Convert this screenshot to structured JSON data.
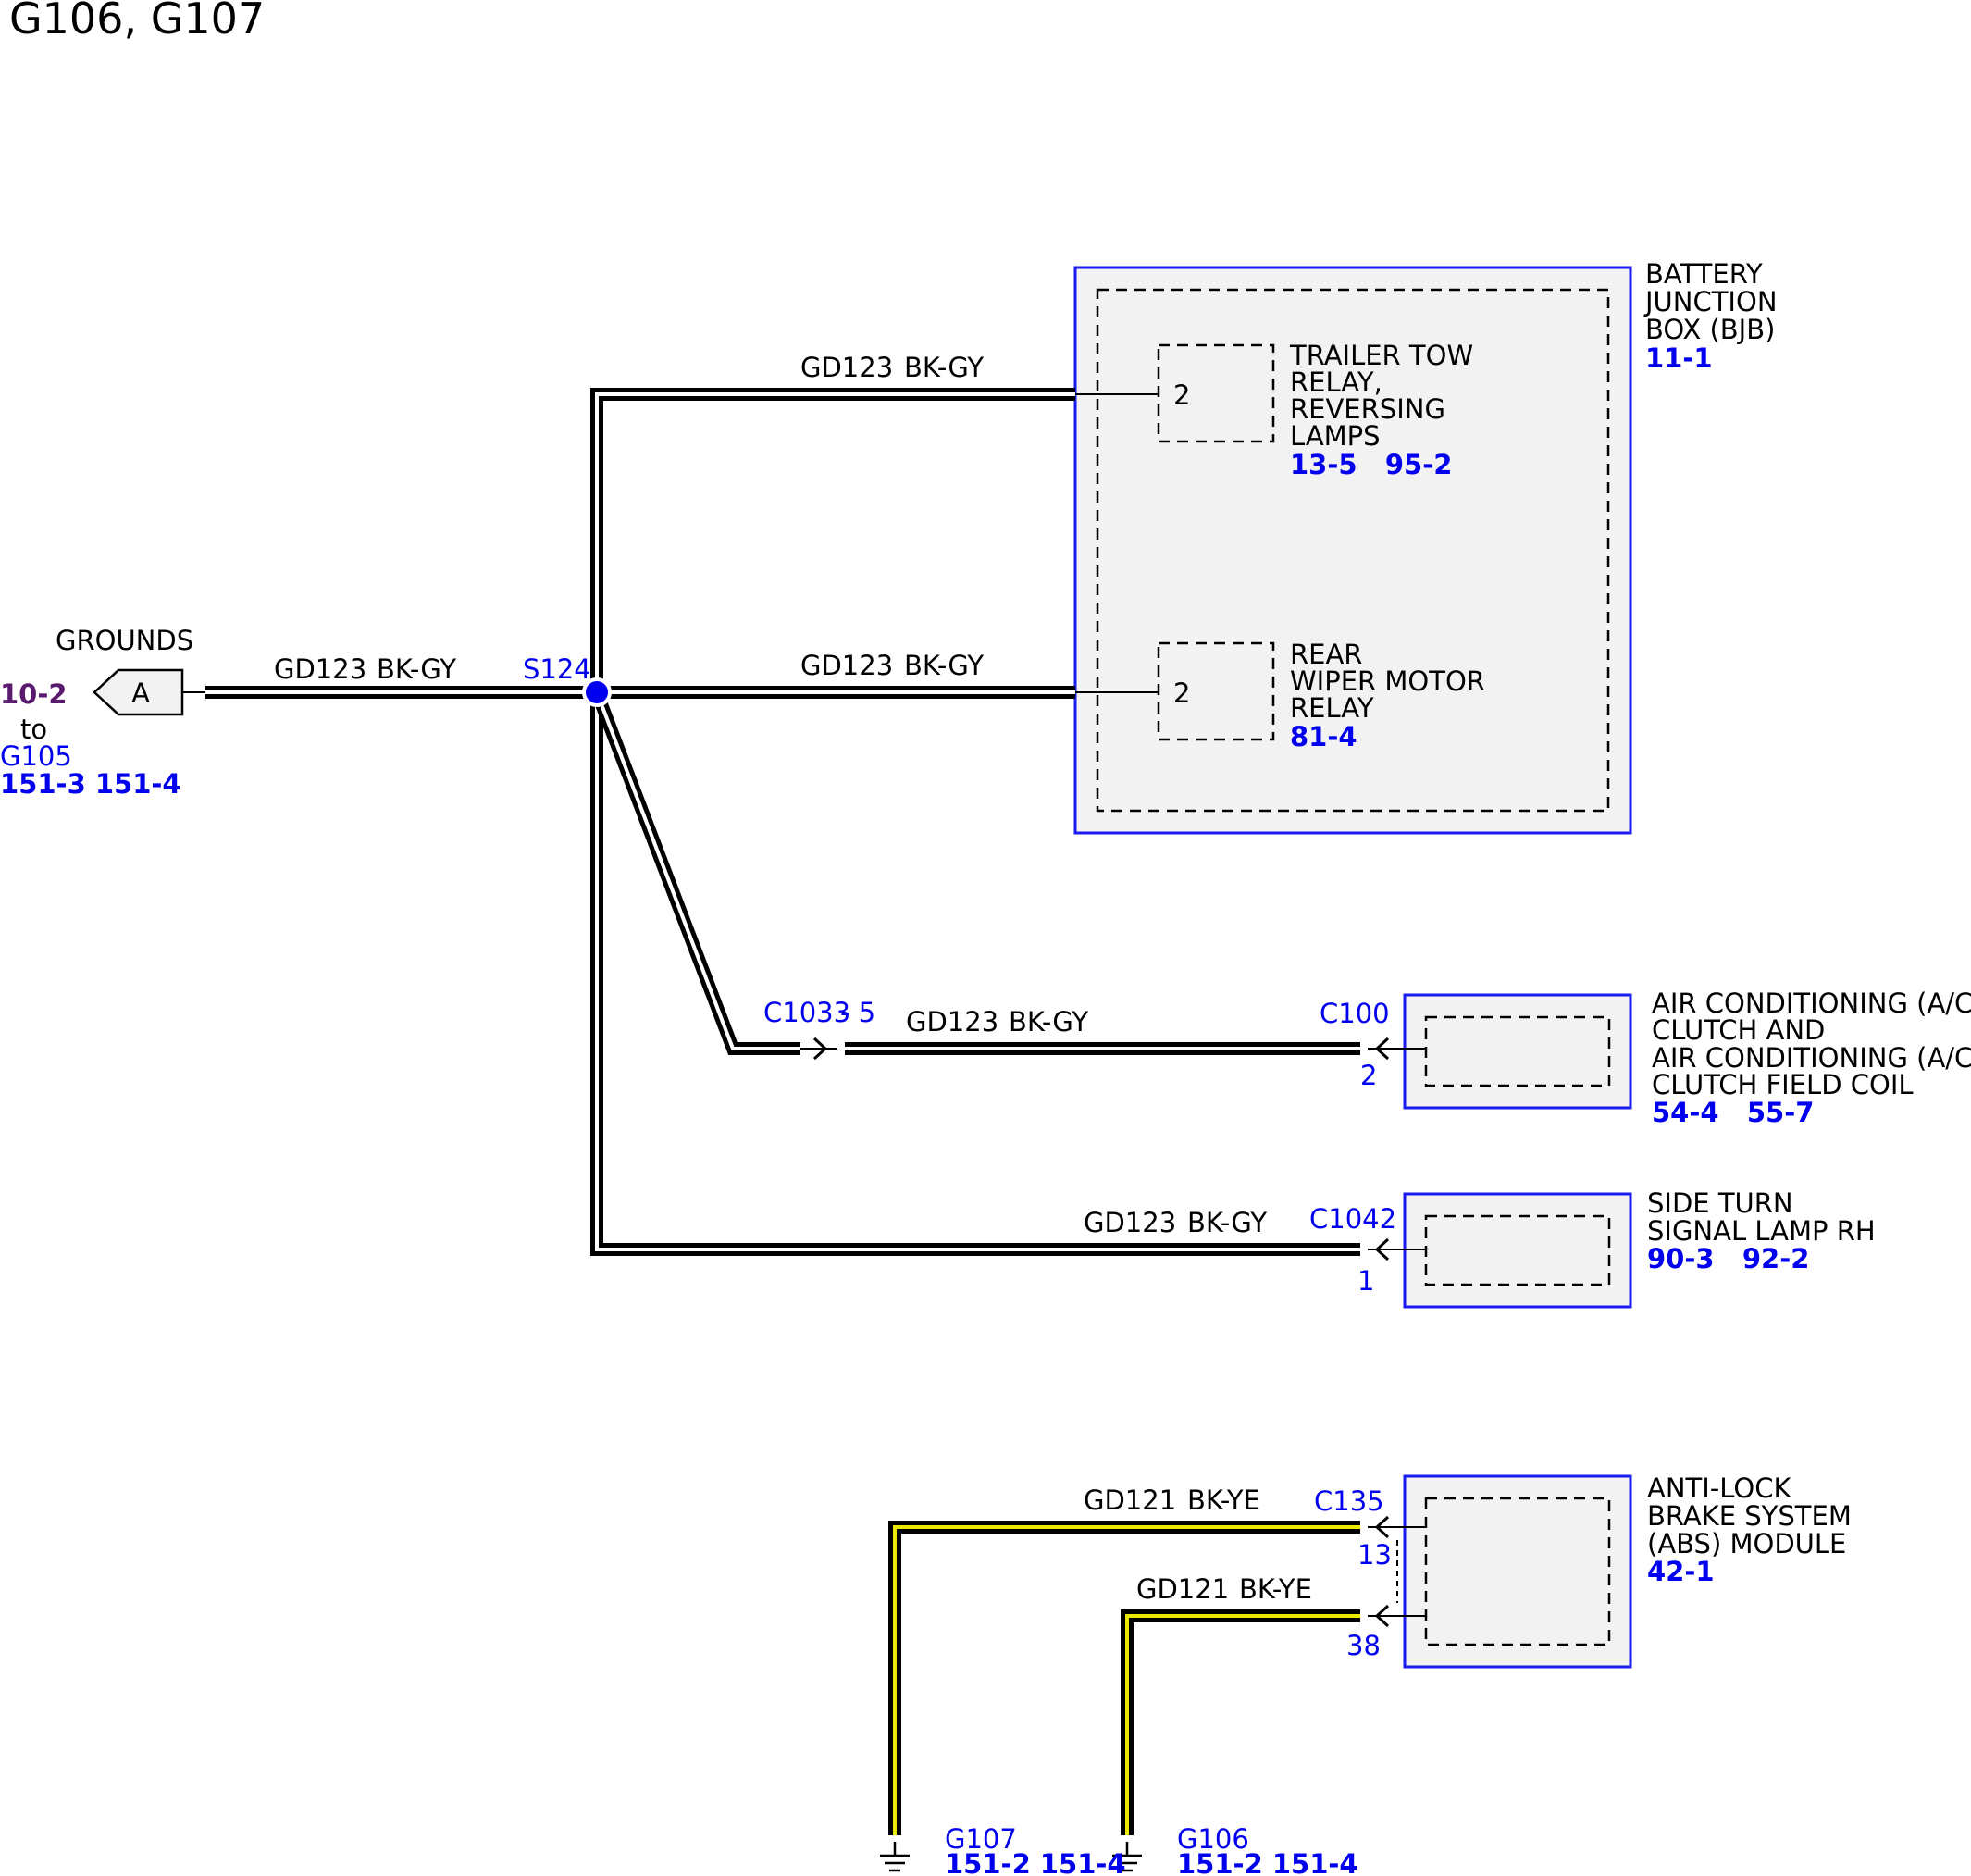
{
  "title": "G106, G107",
  "grounds": {
    "label": "GROUNDS",
    "connector": "A",
    "page_ref": "10-2",
    "to_text": "to",
    "target": "G105",
    "refs": "151-3 151-4"
  },
  "splice": {
    "label": "S124",
    "color": "#0000ee"
  },
  "wires": {
    "gd123": "GD123",
    "bkgy": "BK-GY",
    "gd121": "GD121",
    "bkye": "BK-YE"
  },
  "bjb": {
    "lines": [
      "BATTERY",
      "JUNCTION",
      "BOX (BJB)"
    ],
    "ref": "11-1",
    "relay1": {
      "pin": "2",
      "lines": [
        "TRAILER TOW",
        "RELAY,",
        "REVERSING",
        "LAMPS"
      ],
      "refs": "13-5   95-2"
    },
    "relay2": {
      "pin": "2",
      "lines": [
        "REAR",
        "WIPER MOTOR",
        "RELAY"
      ],
      "refs": "81-4"
    }
  },
  "inline_connector": {
    "label": "C1033",
    "pin": "- 5"
  },
  "ac_clutch": {
    "connector": "C100",
    "pin": "2",
    "lines": [
      "AIR CONDITIONING (A/C)",
      "CLUTCH AND",
      "AIR CONDITIONING (A/C)",
      "CLUTCH FIELD COIL"
    ],
    "refs": "54-4   55-7"
  },
  "side_turn": {
    "connector": "C1042",
    "pin": "1",
    "lines": [
      "SIDE TURN",
      "SIGNAL LAMP RH"
    ],
    "refs": "90-3   92-2"
  },
  "abs": {
    "connector": "C135",
    "pin_a": "13",
    "pin_b": "38",
    "lines": [
      "ANTI-LOCK",
      "BRAKE SYSTEM",
      "(ABS) MODULE"
    ],
    "ref": "42-1"
  },
  "ground_g107": {
    "label": "G107",
    "refs": "151-2 151-4"
  },
  "ground_g106": {
    "label": "G106",
    "refs": "151-2 151-4"
  },
  "colors": {
    "wire_outer": "#000000",
    "gy_stripe": "#ffffff",
    "ye_stripe": "#e8e800",
    "component_border": "#1a1aee"
  }
}
